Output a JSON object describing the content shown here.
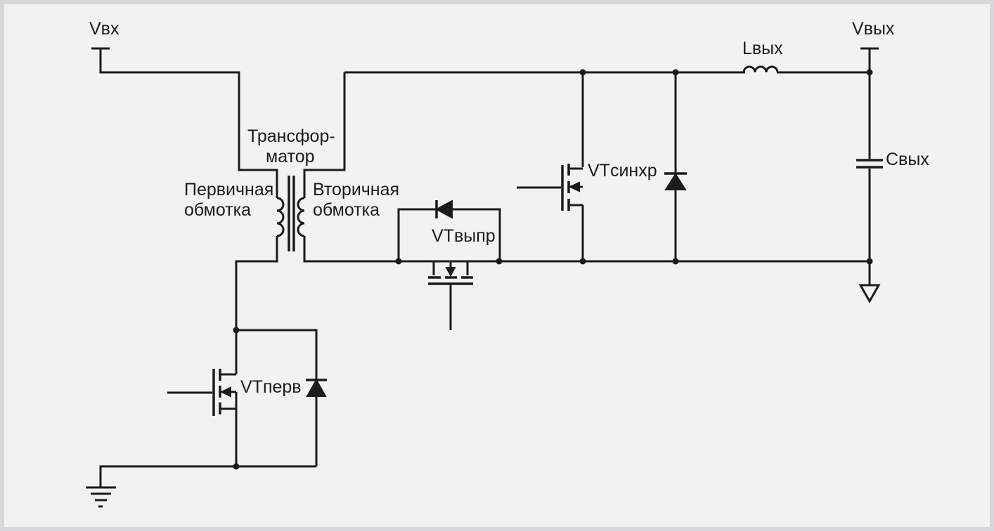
{
  "labels": {
    "vin": "Vвх",
    "vout": "Vвых",
    "lout": "Lвых",
    "cout": "Свых",
    "transformer_line1": "Трансфор-",
    "transformer_line2": "матор",
    "primary_line1": "Первичная",
    "primary_line2": "обмотка",
    "secondary_line1": "Вторичная",
    "secondary_line2": "обмотка",
    "vt_rect": "VTвыпр",
    "vt_sync": "VTсинхр",
    "vt_prim": "VTперв"
  },
  "colors": {
    "wire": "#1b1b1b",
    "background": "#f2f2f2",
    "border": "#d7d8da"
  }
}
